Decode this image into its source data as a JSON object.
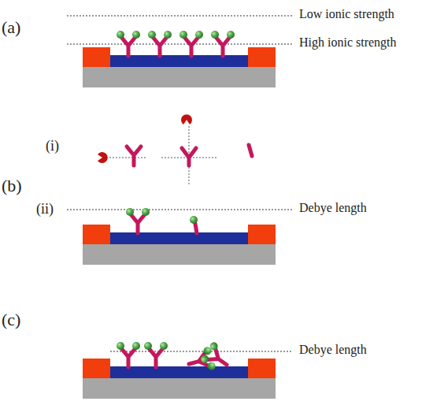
{
  "diagram": {
    "labels": [
      "(a)",
      "Low ionic strength",
      "High ionic strength",
      "(i)",
      "(b)",
      "(ii)",
      "Debye length",
      "(c)",
      "Debye length"
    ]
  }
}
